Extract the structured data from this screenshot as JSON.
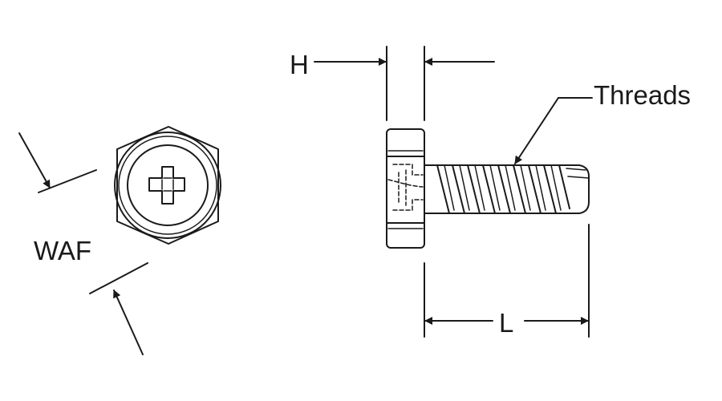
{
  "labels": {
    "head_height": "H",
    "threads": "Threads",
    "width_across_flats": "WAF",
    "length": "L"
  }
}
